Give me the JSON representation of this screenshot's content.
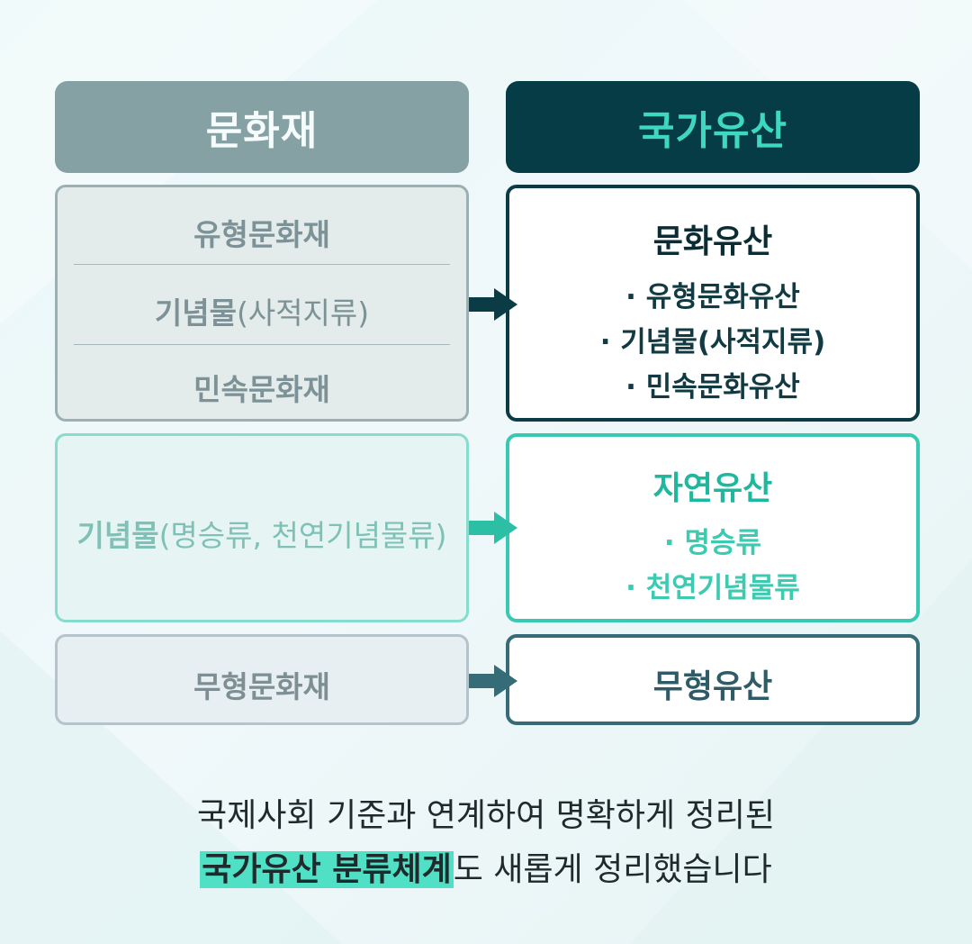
{
  "headers": {
    "left": "문화재",
    "right": "국가유산"
  },
  "left_column": {
    "group1": [
      "유형문화재",
      "기념물",
      "(사적지류)",
      "민속문화재"
    ],
    "group2": {
      "main": "기념물",
      "sub": "(명승류, 천연기념물류)"
    },
    "group3": "무형문화재"
  },
  "right_column": {
    "group1": {
      "title": "문화유산",
      "items": [
        "· 유형문화유산",
        "· 기념물(사적지류)",
        "· 민속문화유산"
      ]
    },
    "group2": {
      "title": "자연유산",
      "items": [
        "· 명승류",
        "· 천연기념물류"
      ]
    },
    "group3": {
      "title": "무형유산"
    }
  },
  "caption": {
    "line1": "국제사회 기준과 연계하여 명확하게 정리된",
    "highlight": "국가유산 분류체계",
    "line2_rest": "도 새롭게 정리했습니다"
  },
  "colors": {
    "left_header_bg": "#85a1a4",
    "right_header_bg": "#053c46",
    "right_header_text": "#3ed8c0",
    "cultural_dark": "#0b3c46",
    "natural_teal": "#37c9b1",
    "intangible_slate": "#366b78",
    "highlight": "#4fe0c5"
  }
}
